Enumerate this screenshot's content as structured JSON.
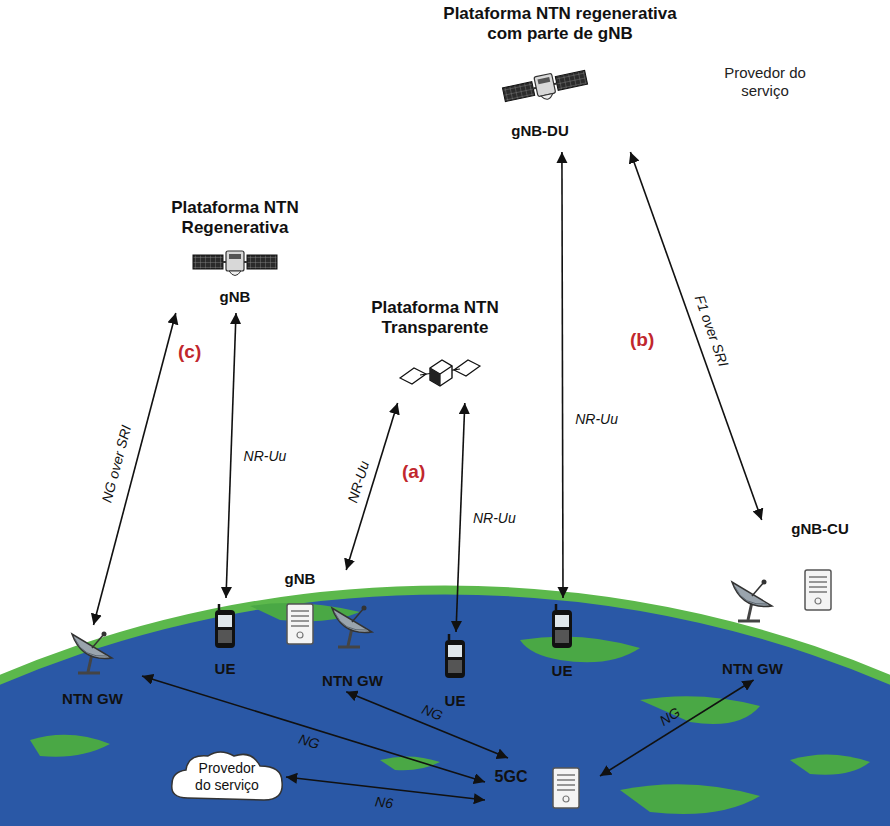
{
  "diagram": {
    "nodes": [
      {
        "text": [
          "Plataforma NTN Regenerativa",
          "gNB"
        ]
      },
      {
        "text": [
          "Plataforma NTN regenerativa com parte de gNB",
          "gNB-DU"
        ]
      },
      {
        "text": [
          "Plataforma NTN Transparente"
        ]
      },
      {
        "text": [
          "NTN GW"
        ]
      },
      {
        "text": [
          "UE"
        ]
      },
      {
        "text": [
          "gNB",
          "NTN GW"
        ]
      },
      {
        "text": [
          "UE"
        ]
      },
      {
        "text": [
          "UE"
        ]
      },
      {
        "text": [
          "gNB-CU",
          "NTN GW"
        ]
      },
      {
        "text": [
          "5GC"
        ]
      },
      {
        "text": [
          "Provedor do serviço"
        ]
      }
    ],
    "edges": [
      {
        "from": 3,
        "to": 0,
        "arrow": "both",
        "label": "NG over SRI"
      },
      {
        "from": 0,
        "to": 4,
        "arrow": "both",
        "label": "NR-Uu"
      },
      {
        "from": 5,
        "to": 2,
        "arrow": "both",
        "label": "NR-Uu"
      },
      {
        "from": 2,
        "to": 6,
        "arrow": "both",
        "label": "NR-Uu"
      },
      {
        "from": 1,
        "to": 7,
        "arrow": "both",
        "label": "NR-Uu"
      },
      {
        "from": 1,
        "to": 8,
        "arrow": "both",
        "label": "F1 over SRI"
      },
      {
        "from": 3,
        "to": 9,
        "arrow": "both",
        "label": "NG"
      },
      {
        "from": 5,
        "to": 9,
        "arrow": "both",
        "label": "NG"
      },
      {
        "from": 8,
        "to": 9,
        "arrow": "both",
        "label": "NG"
      },
      {
        "from": 10,
        "to": 9,
        "arrow": "both",
        "label": "N6"
      }
    ],
    "labels": [
      "(c)",
      "(a)",
      "(b)",
      "Provedor do serviço"
    ]
  }
}
